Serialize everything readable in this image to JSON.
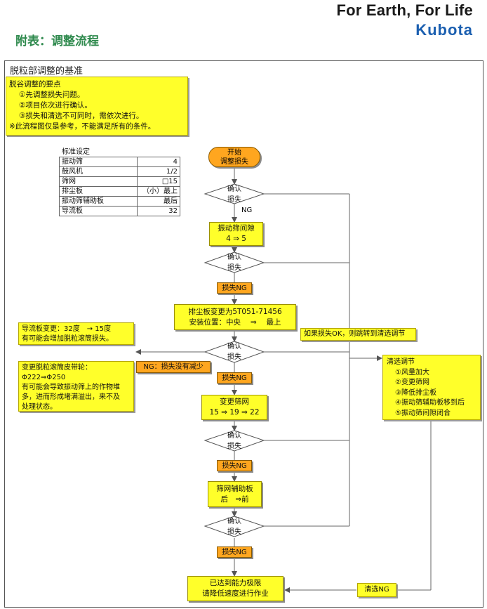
{
  "header": {
    "slogan": "For Earth, For Life",
    "brand": "Kubota",
    "title": "附表：调整流程"
  },
  "frame_title": "脱粒部调整的基准",
  "tips": [
    "脱谷调整的要点",
    "①先调整损失问题。",
    "②项目依次进行确认。",
    "③损失和清选不可同时，需依次进行。",
    "※此流程图仅是参考，不能满足所有的条件。"
  ],
  "standard_table": {
    "title": "标准设定",
    "rows": [
      {
        "key": "振动筛",
        "value": "4"
      },
      {
        "key": "鼓风机",
        "value": "1/2"
      },
      {
        "key": "筛网",
        "value": "□15"
      },
      {
        "key": "排尘板",
        "value": "（小）最上"
      },
      {
        "key": "振动筛辅助板",
        "value": "最后"
      },
      {
        "key": "导流板",
        "value": "32"
      }
    ]
  },
  "flow": {
    "start": [
      "开始",
      "调整损失"
    ],
    "check": [
      "确认",
      "损失"
    ],
    "ng": "NG",
    "step1": [
      "振动筛间隙",
      "4 ⇒ 5"
    ],
    "loss_ng": "损失NG",
    "step2": [
      "排尘板变更为5T051-71456",
      "安装位置：中央　 ⇒　 最上"
    ],
    "ok_note": "如果损失OK，则跳转到清选调节",
    "ng_decrease": "NG：损失没有减少",
    "step3": [
      "变更筛网",
      "15 ⇒ 19 ⇒ 22"
    ],
    "step4": [
      "筛网辅助板",
      "后　⇒前"
    ],
    "final": [
      "已达到能力极限",
      "请降低速度进行作业"
    ],
    "clean_ng": "清选NG"
  },
  "side_notes": {
    "guide": [
      "导流板变更：32度　→ 15度",
      "有可能会增加脱粒滚筒损失。"
    ],
    "belt": [
      "变更脱粒滚筒皮带轮：",
      "Φ222⇒Φ250",
      "有可能会导致振动筛上的作物堆",
      "多，进而形成堵满溢出，来不及",
      "处理状态。"
    ]
  },
  "cleaning": {
    "title": "清选调节",
    "items": [
      "①风量加大",
      "②变更筛网",
      "③降低排尘板",
      "④振动筛辅助板移到后",
      "⑤振动筛间隙闭合"
    ]
  },
  "colors": {
    "yellow": "#ffff2a",
    "orange": "#ffa61f",
    "heading_green": "#2f8a4e",
    "brand_blue": "#1b5fb0"
  }
}
